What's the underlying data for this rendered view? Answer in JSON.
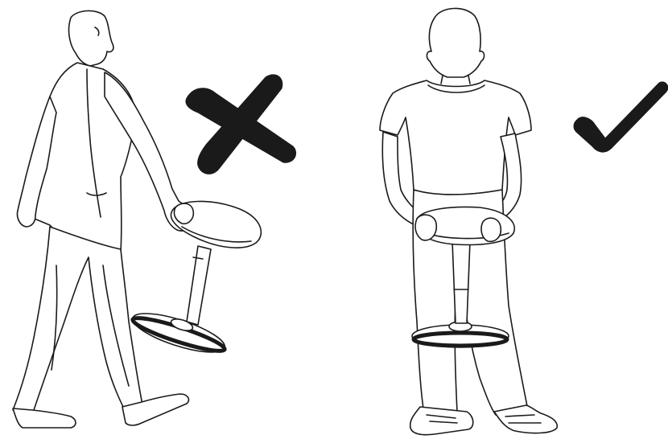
{
  "panels": [
    {
      "id": "wrong",
      "symbol": "cross-mark",
      "meaning": "incorrect"
    },
    {
      "id": "right",
      "symbol": "check-mark",
      "meaning": "correct"
    }
  ],
  "colors": {
    "line": "#1a1a1a",
    "mark": "#1a1a1a",
    "background": "#ffffff"
  }
}
